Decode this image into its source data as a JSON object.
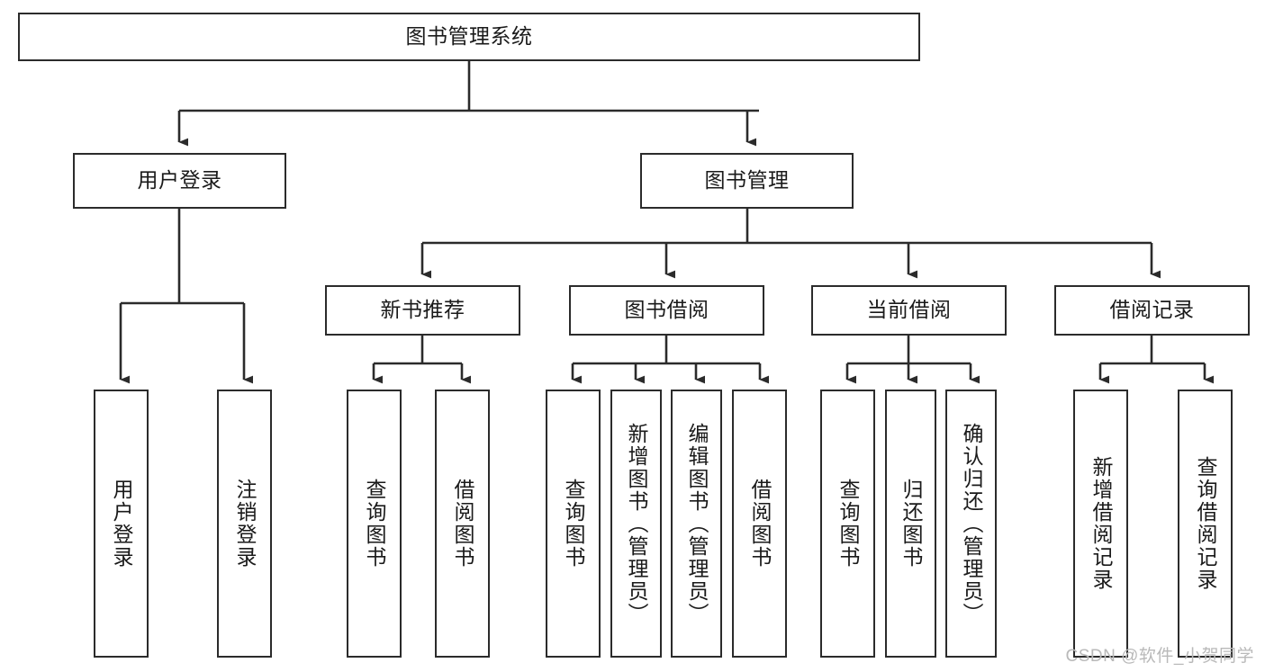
{
  "diagram": {
    "type": "tree-hierarchy-chart",
    "title": "图书管理系统",
    "watermark": "CSDN @软件_小贺同学",
    "colors": {
      "border": "#2b2b2b",
      "background": "#ffffff",
      "text": "#1a1a1a",
      "edge": "#2b2b2b",
      "watermark": "#b9b9b9"
    },
    "nodes": {
      "root": {
        "label": "图书管理系统",
        "orientation": "horizontal",
        "level": 0
      },
      "user_login": {
        "label": "用户登录",
        "orientation": "horizontal",
        "level": 1
      },
      "book_manage": {
        "label": "图书管理",
        "orientation": "horizontal",
        "level": 1
      },
      "new_book_rec": {
        "label": "新书推荐",
        "orientation": "horizontal",
        "level": 2
      },
      "book_borrow": {
        "label": "图书借阅",
        "orientation": "horizontal",
        "level": 2
      },
      "current_borrow": {
        "label": "当前借阅",
        "orientation": "horizontal",
        "level": 2
      },
      "borrow_record": {
        "label": "借阅记录",
        "orientation": "horizontal",
        "level": 2
      },
      "leaf_user_login": {
        "label": "用户登录",
        "orientation": "vertical",
        "level": 2
      },
      "leaf_logout": {
        "label": "注销登录",
        "orientation": "vertical",
        "level": 2
      },
      "leaf_query_book_1": {
        "label": "查询图书",
        "orientation": "vertical",
        "level": 3
      },
      "leaf_borrow_book_1": {
        "label": "借阅图书",
        "orientation": "vertical",
        "level": 3
      },
      "leaf_query_book_2": {
        "label": "查询图书",
        "orientation": "vertical",
        "level": 3
      },
      "leaf_add_book": {
        "label": "新增图书（管理员）",
        "orientation": "vertical",
        "level": 3
      },
      "leaf_edit_book": {
        "label": "编辑图书（管理员）",
        "orientation": "vertical",
        "level": 3
      },
      "leaf_borrow_book_2": {
        "label": "借阅图书",
        "orientation": "vertical",
        "level": 3
      },
      "leaf_query_book_3": {
        "label": "查询图书",
        "orientation": "vertical",
        "level": 3
      },
      "leaf_return_book": {
        "label": "归还图书",
        "orientation": "vertical",
        "level": 3
      },
      "leaf_confirm_return": {
        "label": "确认归还（管理员）",
        "orientation": "vertical",
        "level": 3
      },
      "leaf_add_record": {
        "label": "新增借阅记录",
        "orientation": "vertical",
        "level": 3
      },
      "leaf_query_record": {
        "label": "查询借阅记录",
        "orientation": "vertical",
        "level": 3
      }
    },
    "edges": [
      {
        "from": "root",
        "to": "user_login"
      },
      {
        "from": "root",
        "to": "book_manage"
      },
      {
        "from": "user_login",
        "to": "leaf_user_login"
      },
      {
        "from": "user_login",
        "to": "leaf_logout"
      },
      {
        "from": "book_manage",
        "to": "new_book_rec"
      },
      {
        "from": "book_manage",
        "to": "book_borrow"
      },
      {
        "from": "book_manage",
        "to": "current_borrow"
      },
      {
        "from": "book_manage",
        "to": "borrow_record"
      },
      {
        "from": "new_book_rec",
        "to": "leaf_query_book_1"
      },
      {
        "from": "new_book_rec",
        "to": "leaf_borrow_book_1"
      },
      {
        "from": "book_borrow",
        "to": "leaf_query_book_2"
      },
      {
        "from": "book_borrow",
        "to": "leaf_add_book"
      },
      {
        "from": "book_borrow",
        "to": "leaf_edit_book"
      },
      {
        "from": "book_borrow",
        "to": "leaf_borrow_book_2"
      },
      {
        "from": "current_borrow",
        "to": "leaf_query_book_3"
      },
      {
        "from": "current_borrow",
        "to": "leaf_return_book"
      },
      {
        "from": "current_borrow",
        "to": "leaf_confirm_return"
      },
      {
        "from": "borrow_record",
        "to": "leaf_add_record"
      },
      {
        "from": "borrow_record",
        "to": "leaf_query_record"
      }
    ]
  }
}
